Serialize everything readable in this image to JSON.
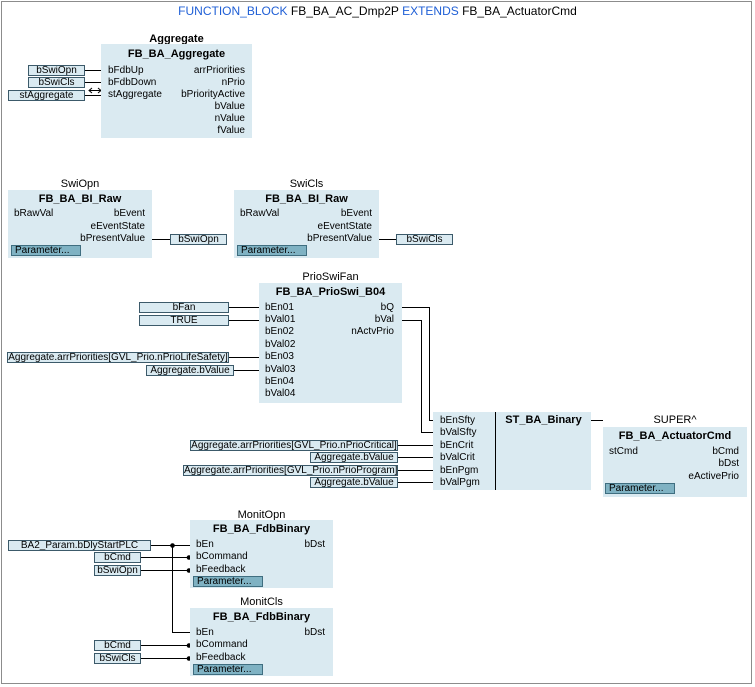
{
  "header": {
    "kw1": "FUNCTION_BLOCK",
    "name": "FB_BA_AC_Dmp2P",
    "kw2": "EXTENDS",
    "base": "FB_BA_ActuatorCmd"
  },
  "aggregate": {
    "instance": "Aggregate",
    "type": "FB_BA_Aggregate",
    "inputs": [
      "bFdbUp",
      "bFdbDown",
      "stAggregate"
    ],
    "outputs": [
      "arrPriorities",
      "nPrio",
      "bPriorityActive",
      "bValue",
      "nValue",
      "fValue"
    ],
    "vars": [
      "bSwiOpn",
      "bSwiCls",
      "stAggregate"
    ]
  },
  "swiopn": {
    "instance": "SwiOpn",
    "type": "FB_BA_BI_Raw",
    "inputs": [
      "bRawVal"
    ],
    "outputs": [
      "bEvent",
      "eEventState",
      "bPresentValue"
    ],
    "param": "Parameter...",
    "out_var": "bSwiOpn"
  },
  "swicls": {
    "instance": "SwiCls",
    "type": "FB_BA_BI_Raw",
    "inputs": [
      "bRawVal"
    ],
    "outputs": [
      "bEvent",
      "eEventState",
      "bPresentValue"
    ],
    "param": "Parameter...",
    "out_var": "bSwiCls"
  },
  "prioswifan": {
    "instance": "PrioSwiFan",
    "type": "FB_BA_PrioSwi_B04",
    "inputs": [
      "bEn01",
      "bVal01",
      "bEn02",
      "bVal02",
      "bEn03",
      "bVal03",
      "bEn04",
      "bVal04"
    ],
    "outputs": [
      "bQ",
      "bVal",
      "nActvPrio"
    ],
    "vars": [
      "bFan",
      "TRUE",
      "Aggregate.arrPriorities[GVL_Prio.nPrioLifeSafety]",
      "Aggregate.bValue"
    ]
  },
  "stbinary": {
    "type": "ST_BA_Binary",
    "inputs": [
      "bEnSfty",
      "bValSfty",
      "bEnCrit",
      "bValCrit",
      "bEnPgm",
      "bValPgm"
    ],
    "vars": [
      "Aggregate.arrPriorities[GVL_Prio.nPrioCritical]",
      "Aggregate.bValue",
      "Aggregate.arrPriorities[GVL_Prio.nPrioProgram]",
      "Aggregate.bValue"
    ]
  },
  "super": {
    "instance": "SUPER^",
    "type": "FB_BA_ActuatorCmd",
    "inputs": [
      "stCmd"
    ],
    "outputs": [
      "bCmd",
      "bDst",
      "eActivePrio"
    ],
    "param": "Parameter..."
  },
  "monitopn": {
    "instance": "MonitOpn",
    "type": "FB_BA_FdbBinary",
    "inputs": [
      "bEn",
      "bCommand",
      "bFeedback"
    ],
    "outputs": [
      "bDst"
    ],
    "param": "Parameter...",
    "vars": [
      "BA2_Param.bDlyStartPLC",
      "bCmd",
      "bSwiOpn"
    ]
  },
  "monitcls": {
    "instance": "MonitCls",
    "type": "FB_BA_FdbBinary",
    "inputs": [
      "bEn",
      "bCommand",
      "bFeedback"
    ],
    "outputs": [
      "bDst"
    ],
    "param": "Parameter...",
    "vars": [
      "bCmd",
      "bSwiCls"
    ]
  }
}
